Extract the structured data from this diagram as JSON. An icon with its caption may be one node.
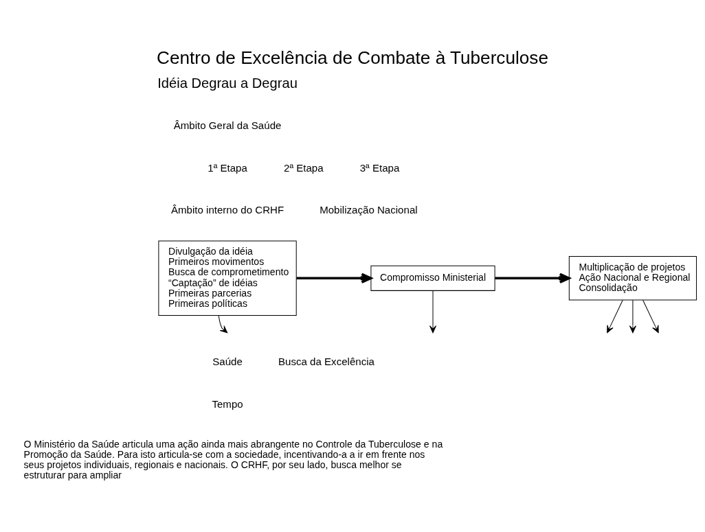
{
  "diagram": {
    "title": "Centro de Excelência de Combate à Tuberculose",
    "caption": "O Ministério da Saúde articula uma ação ainda mais abrangente no Controle da Tuberculose e na Promoção da Saúde. Para isto articula-se com a sociedade, incentivando-a a ir em frente nos seus projetos individuais, regionais e nacionais. O CRHF, por seu lado, busca melhor se estruturar para ampliar",
    "nodes": [
      {
        "text": [
          "Divulgação da idéia",
          "Primeiros movimentos",
          "Busca de comprometimento",
          "“Captação” de idéias",
          "Primeiras parcerias",
          "Primeiras políticas"
        ]
      },
      {
        "text": [
          "Compromisso Ministerial"
        ]
      },
      {
        "text": [
          "Multiplicação de projetos",
          "Ação Nacional e Regional",
          "Consolidação"
        ]
      }
    ],
    "edges": [
      {
        "from": 0,
        "to": 1,
        "arrow": "to",
        "style": "thick"
      },
      {
        "from": 1,
        "to": 2,
        "arrow": "to",
        "style": "thick"
      },
      {
        "from": 0,
        "to": null,
        "arrow": "to"
      },
      {
        "from": 1,
        "to": null,
        "arrow": "to"
      },
      {
        "from": 2,
        "to": null,
        "arrow": "to"
      },
      {
        "from": 2,
        "to": null,
        "arrow": "to"
      },
      {
        "from": 2,
        "to": null,
        "arrow": "to"
      }
    ],
    "labels": [
      "Idéia Degrau a Degrau",
      "Âmbito Geral da Saúde",
      "1ª Etapa",
      "2ª Etapa",
      "3ª Etapa",
      "Âmbito interno do CRHF",
      "Mobilização Nacional",
      "Saúde",
      "Busca da Excelência",
      "Tempo"
    ]
  }
}
